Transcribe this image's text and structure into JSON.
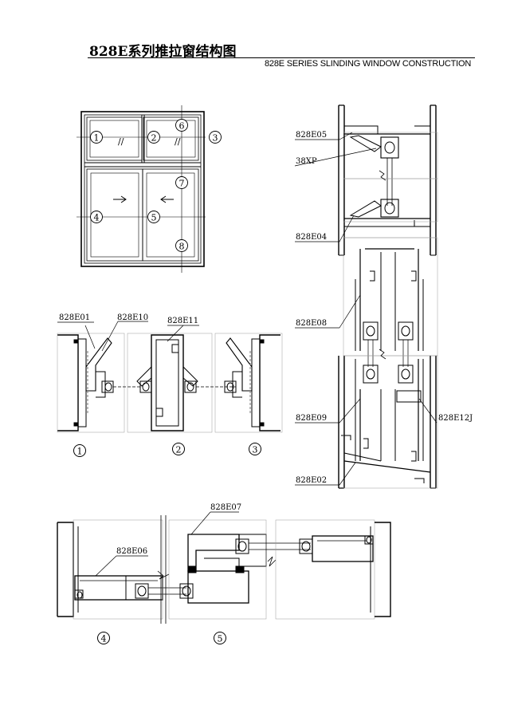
{
  "title": {
    "chinese": "828E系列推拉窗结构图",
    "english": "828E SERIES SLINDING WINDOW CONSTRUCTION"
  },
  "elevation": {
    "section_markers": [
      "1",
      "2",
      "3",
      "4",
      "5",
      "6",
      "7",
      "8"
    ],
    "glazing_mark": "//",
    "slide_arrow_mark": "→"
  },
  "horizontal_section": {
    "profile_labels": [
      "828E01",
      "828E10",
      "828E11"
    ],
    "view_markers": [
      "1",
      "2",
      "3"
    ]
  },
  "vertical_section": {
    "profile_labels": [
      "828E05",
      "38XP",
      "828E04",
      "828E08",
      "828E09",
      "828E12J",
      "828E02"
    ]
  },
  "lower_section": {
    "profile_labels": [
      "828E07",
      "828E06"
    ],
    "view_markers": [
      "4",
      "5"
    ]
  },
  "colors": {
    "line": "#000000",
    "background": "#ffffff",
    "hidden_line": "#777777"
  }
}
